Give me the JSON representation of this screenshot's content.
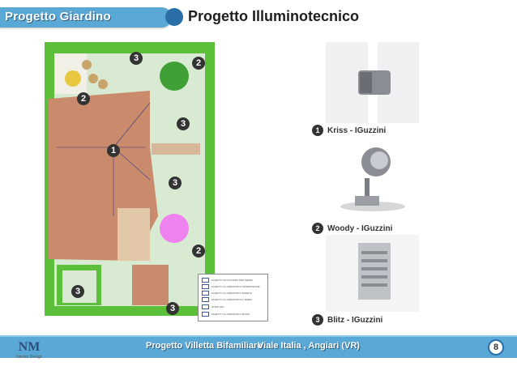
{
  "header": {
    "section_tab": "Progetto Giardino",
    "title": "Progetto Illuminotecnico"
  },
  "plan": {
    "markers": [
      "1",
      "2",
      "2",
      "2",
      "3",
      "3",
      "3",
      "3",
      "3"
    ],
    "legend": [
      "FARETTO AD INCASSO PER TERRA",
      "FARETTO ILLUMINANTE A SOSPENSIONE",
      "FARETTO ILLUMINANTE A PARETE",
      "FARETTO ILLUMINANTE DA TERRA",
      "STRIP LED",
      "FARETTO ILLUMINANTE A MURO"
    ]
  },
  "products": [
    {
      "num": "1",
      "label": "Kriss - IGuzzini"
    },
    {
      "num": "2",
      "label": "Woody - IGuzzini"
    },
    {
      "num": "3",
      "label": "Blitz - IGuzzini"
    }
  ],
  "footer": {
    "project": "Progetto Villetta Bifamiliare",
    "address": "Viale Italia , Angiari (VR)",
    "page": "8"
  },
  "logo": {
    "mark": "NM",
    "sub": "Interior Design"
  },
  "colors": {
    "accent": "#5aa8d6",
    "accent_dark": "#2b6fa8",
    "lawn": "#d9ead3",
    "hedge": "#5cbf3a",
    "deck": "#c98b6b"
  }
}
